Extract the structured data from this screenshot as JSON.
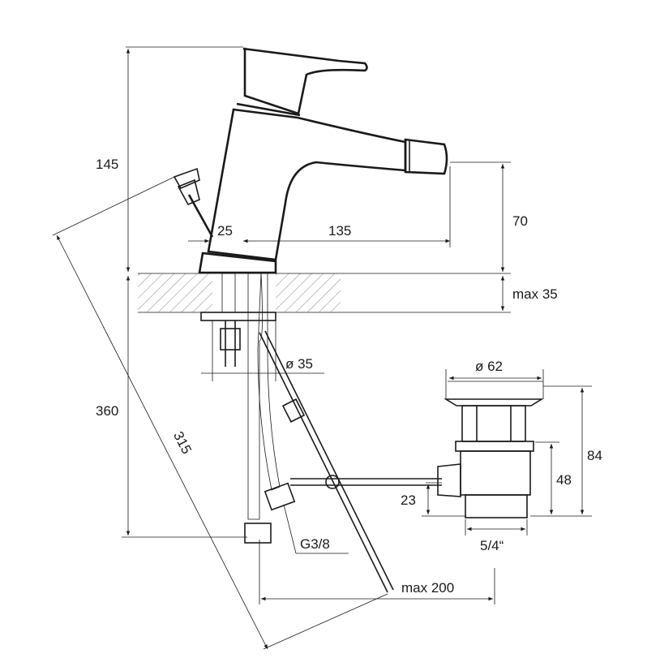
{
  "dimensions": {
    "overall_height": "145",
    "spout_height": "70",
    "deck_thickness": "max 35",
    "offset_25": "25",
    "spout_reach": "135",
    "hole_diameter": "ø 35",
    "total_length": "360",
    "rod_length": "315",
    "waste_diameter": "ø 62",
    "waste_height": "84",
    "waste_body": "48",
    "waste_outlet": "23",
    "thread_size": "5/4“",
    "connection": "G3/8",
    "max_reach": "max 200"
  }
}
